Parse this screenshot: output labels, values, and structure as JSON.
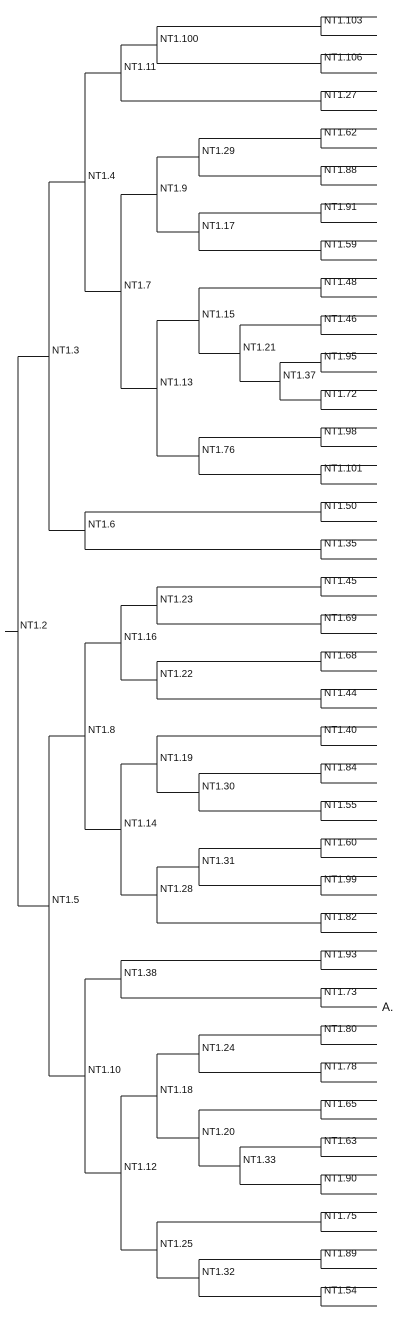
{
  "diagram": {
    "type": "dendrogram",
    "orientation": "left-to-right",
    "line_color": "#1a1a1a",
    "root": {
      "label": "NT1.2",
      "children": [
        {
          "label": "NT1.3",
          "children": [
            {
              "label": "NT1.4",
              "children": [
                {
                  "label": "NT1.11",
                  "children": [
                    {
                      "label": "NT1.100",
                      "children": [
                        {
                          "label": "NT1.103",
                          "children": [
                            {
                              "label": ""
                            },
                            {
                              "label": ""
                            }
                          ]
                        },
                        {
                          "label": "NT1.106",
                          "children": [
                            {
                              "label": ""
                            },
                            {
                              "label": ""
                            }
                          ]
                        }
                      ]
                    },
                    {
                      "label": "NT1.27",
                      "children": [
                        {
                          "label": ""
                        },
                        {
                          "label": ""
                        }
                      ]
                    }
                  ]
                },
                {
                  "label": "NT1.7",
                  "children": [
                    {
                      "label": "NT1.9",
                      "children": [
                        {
                          "label": "NT1.29",
                          "children": [
                            {
                              "label": "NT1.62",
                              "children": [
                                {
                                  "label": ""
                                },
                                {
                                  "label": ""
                                }
                              ]
                            },
                            {
                              "label": "NT1.88",
                              "children": [
                                {
                                  "label": ""
                                },
                                {
                                  "label": ""
                                }
                              ]
                            }
                          ]
                        },
                        {
                          "label": "NT1.17",
                          "children": [
                            {
                              "label": "NT1.91",
                              "children": [
                                {
                                  "label": ""
                                },
                                {
                                  "label": ""
                                }
                              ]
                            },
                            {
                              "label": "NT1.59",
                              "children": [
                                {
                                  "label": ""
                                },
                                {
                                  "label": ""
                                }
                              ]
                            }
                          ]
                        }
                      ]
                    },
                    {
                      "label": "NT1.13",
                      "children": [
                        {
                          "label": "NT1.15",
                          "children": [
                            {
                              "label": "NT1.48",
                              "children": [
                                {
                                  "label": ""
                                },
                                {
                                  "label": ""
                                }
                              ]
                            },
                            {
                              "label": "NT1.21",
                              "children": [
                                {
                                  "label": "NT1.46",
                                  "children": [
                                    {
                                      "label": ""
                                    },
                                    {
                                      "label": ""
                                    }
                                  ]
                                },
                                {
                                  "label": "NT1.37",
                                  "children": [
                                    {
                                      "label": "NT1.95",
                                      "children": [
                                        {
                                          "label": ""
                                        },
                                        {
                                          "label": ""
                                        }
                                      ]
                                    },
                                    {
                                      "label": "NT1.72",
                                      "children": [
                                        {
                                          "label": ""
                                        },
                                        {
                                          "label": ""
                                        }
                                      ]
                                    }
                                  ]
                                }
                              ]
                            }
                          ]
                        },
                        {
                          "label": "NT1.76",
                          "children": [
                            {
                              "label": "NT1.98",
                              "children": [
                                {
                                  "label": ""
                                },
                                {
                                  "label": ""
                                }
                              ]
                            },
                            {
                              "label": "NT1.101",
                              "children": [
                                {
                                  "label": ""
                                },
                                {
                                  "label": ""
                                }
                              ]
                            }
                          ]
                        }
                      ]
                    }
                  ]
                }
              ]
            },
            {
              "label": "NT1.6",
              "children": [
                {
                  "label": "NT1.50",
                  "children": [
                    {
                      "label": ""
                    },
                    {
                      "label": ""
                    }
                  ]
                },
                {
                  "label": "NT1.35",
                  "children": [
                    {
                      "label": ""
                    },
                    {
                      "label": ""
                    }
                  ]
                }
              ]
            }
          ]
        },
        {
          "label": "NT1.5",
          "children": [
            {
              "label": "NT1.8",
              "children": [
                {
                  "label": "NT1.16",
                  "children": [
                    {
                      "label": "NT1.23",
                      "children": [
                        {
                          "label": "NT1.45",
                          "children": [
                            {
                              "label": ""
                            },
                            {
                              "label": ""
                            }
                          ]
                        },
                        {
                          "label": "NT1.69",
                          "children": [
                            {
                              "label": ""
                            },
                            {
                              "label": ""
                            }
                          ]
                        }
                      ]
                    },
                    {
                      "label": "NT1.22",
                      "children": [
                        {
                          "label": "NT1.68",
                          "children": [
                            {
                              "label": ""
                            },
                            {
                              "label": ""
                            }
                          ]
                        },
                        {
                          "label": "NT1.44",
                          "children": [
                            {
                              "label": ""
                            },
                            {
                              "label": ""
                            }
                          ]
                        }
                      ]
                    }
                  ]
                },
                {
                  "label": "NT1.14",
                  "children": [
                    {
                      "label": "NT1.19",
                      "children": [
                        {
                          "label": "NT1.40",
                          "children": [
                            {
                              "label": ""
                            },
                            {
                              "label": ""
                            }
                          ]
                        },
                        {
                          "label": "NT1.30",
                          "children": [
                            {
                              "label": "NT1.84",
                              "children": [
                                {
                                  "label": ""
                                },
                                {
                                  "label": ""
                                }
                              ]
                            },
                            {
                              "label": "NT1.55",
                              "children": [
                                {
                                  "label": ""
                                },
                                {
                                  "label": ""
                                }
                              ]
                            }
                          ]
                        }
                      ]
                    },
                    {
                      "label": "NT1.28",
                      "children": [
                        {
                          "label": "NT1.31",
                          "children": [
                            {
                              "label": "NT1.60",
                              "children": [
                                {
                                  "label": ""
                                },
                                {
                                  "label": ""
                                }
                              ]
                            },
                            {
                              "label": "NT1.99",
                              "children": [
                                {
                                  "label": ""
                                },
                                {
                                  "label": ""
                                }
                              ]
                            }
                          ]
                        },
                        {
                          "label": "NT1.82",
                          "children": [
                            {
                              "label": ""
                            },
                            {
                              "label": ""
                            }
                          ]
                        }
                      ]
                    }
                  ]
                }
              ]
            },
            {
              "label": "NT1.10",
              "children": [
                {
                  "label": "NT1.38",
                  "children": [
                    {
                      "label": "NT1.93",
                      "children": [
                        {
                          "label": ""
                        },
                        {
                          "label": ""
                        }
                      ]
                    },
                    {
                      "label": "NT1.73",
                      "children": [
                        {
                          "label": ""
                        },
                        {
                          "label": "A."
                        }
                      ]
                    }
                  ]
                },
                {
                  "label": "NT1.12",
                  "children": [
                    {
                      "label": "NT1.18",
                      "children": [
                        {
                          "label": "NT1.24",
                          "children": [
                            {
                              "label": "NT1.80",
                              "children": [
                                {
                                  "label": ""
                                },
                                {
                                  "label": ""
                                }
                              ]
                            },
                            {
                              "label": "NT1.78",
                              "children": [
                                {
                                  "label": ""
                                },
                                {
                                  "label": ""
                                }
                              ]
                            }
                          ]
                        },
                        {
                          "label": "NT1.20",
                          "children": [
                            {
                              "label": "NT1.65",
                              "children": [
                                {
                                  "label": ""
                                },
                                {
                                  "label": ""
                                }
                              ]
                            },
                            {
                              "label": "NT1.33",
                              "children": [
                                {
                                  "label": "NT1.63",
                                  "children": [
                                    {
                                      "label": ""
                                    },
                                    {
                                      "label": ""
                                    }
                                  ]
                                },
                                {
                                  "label": "NT1.90",
                                  "children": [
                                    {
                                      "label": ""
                                    },
                                    {
                                      "label": ""
                                    }
                                  ]
                                }
                              ]
                            }
                          ]
                        }
                      ]
                    },
                    {
                      "label": "NT1.25",
                      "children": [
                        {
                          "label": "NT1.75",
                          "children": [
                            {
                              "label": ""
                            },
                            {
                              "label": ""
                            }
                          ]
                        },
                        {
                          "label": "NT1.32",
                          "children": [
                            {
                              "label": "NT1.89",
                              "children": [
                                {
                                  "label": ""
                                },
                                {
                                  "label": ""
                                }
                              ]
                            },
                            {
                              "label": "NT1.54",
                              "children": [
                                {
                                  "label": ""
                                },
                                {
                                  "label": ""
                                }
                              ]
                            }
                          ]
                        }
                      ]
                    }
                  ]
                }
              ]
            }
          ]
        }
      ]
    }
  }
}
